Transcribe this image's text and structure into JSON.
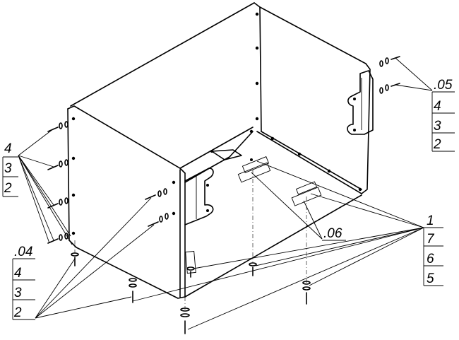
{
  "callouts": {
    "left_top": {
      "lines": [
        "4",
        "3",
        "2"
      ]
    },
    "left_bottom": {
      "lines": [
        ".04",
        "4",
        "3",
        "2"
      ]
    },
    "right_top": {
      "lines": [
        ".05",
        "4",
        "3",
        "2"
      ]
    },
    "right_mid": {
      "label": ".06"
    },
    "right_bottom": {
      "lines": [
        "1",
        "7",
        "6",
        "5"
      ]
    }
  }
}
